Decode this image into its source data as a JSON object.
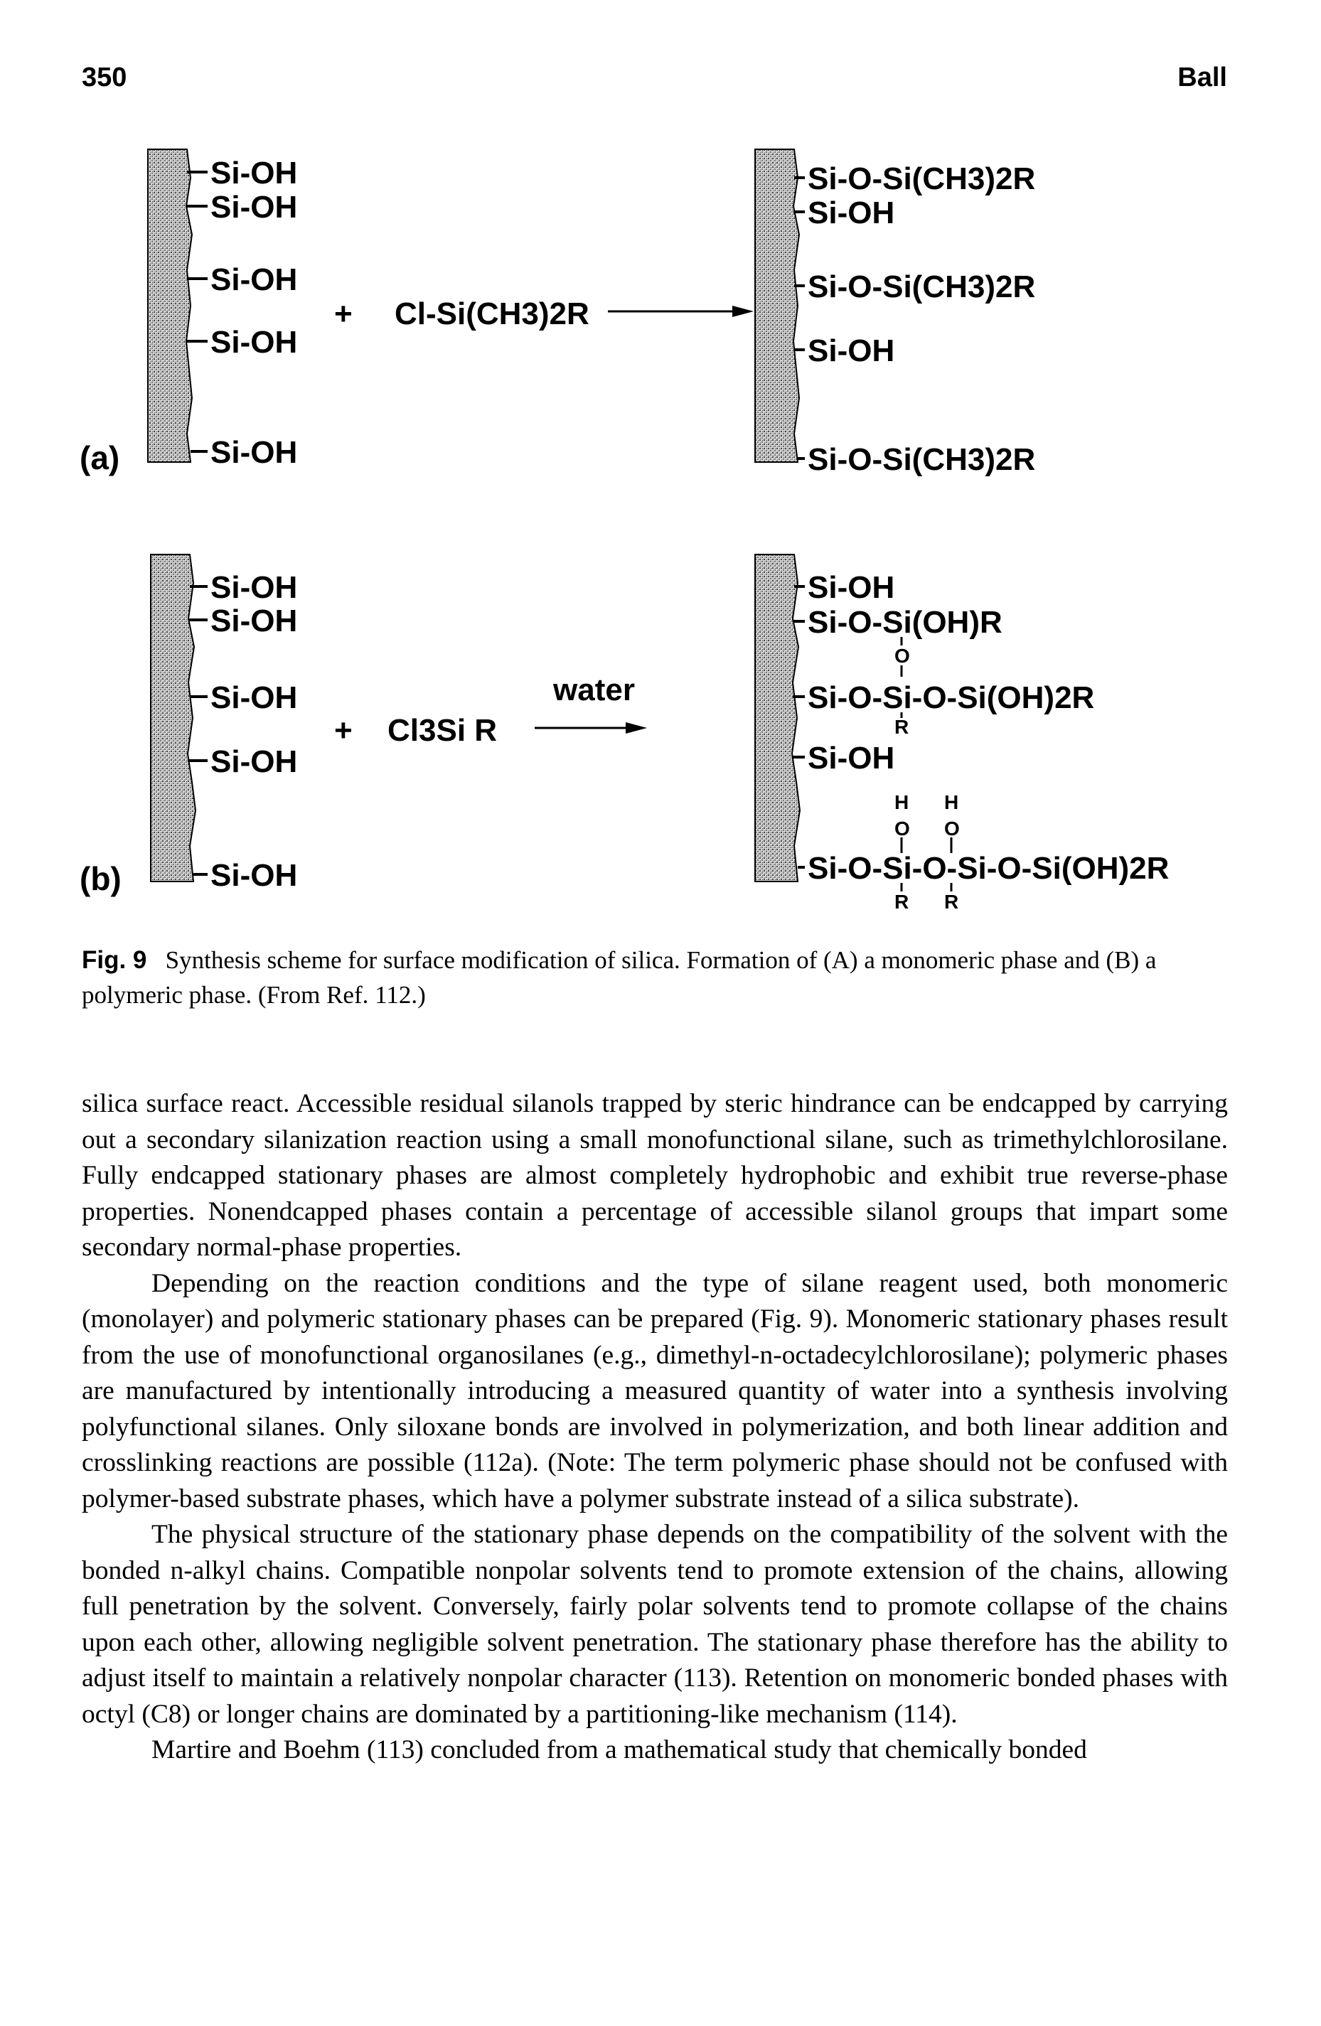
{
  "header": {
    "page_number": "350",
    "running_head": "Ball"
  },
  "figure": {
    "panel_a": {
      "label": "(a)",
      "left_groups": [
        "Si-OH",
        "Si-OH",
        "Si-OH",
        "Si-OH",
        "Si-OH"
      ],
      "plus": "+",
      "reagent": "Cl-Si(CH3)2R",
      "right_groups": [
        "Si-O-Si(CH3)2R",
        "Si-OH",
        "Si-O-Si(CH3)2R",
        "Si-OH",
        "Si-O-Si(CH3)2R"
      ]
    },
    "panel_b": {
      "label": "(b)",
      "left_groups": [
        "Si-OH",
        "Si-OH",
        "Si-OH",
        "Si-OH",
        "Si-OH"
      ],
      "plus": "+",
      "reagent": "Cl3Si R",
      "arrow_label": "water",
      "right_groups": [
        "Si-OH",
        "Si-O-Si(OH)R",
        "Si-O-Si-O-Si(OH)2R",
        "Si-OH",
        "Si-O-Si-O-Si-O-Si(OH)2R"
      ]
    },
    "caption": {
      "label": "Fig. 9",
      "text": "Synthesis scheme for surface modification of silica. Formation of (A) a monomeric phase and (B) a polymeric phase. (From Ref. 112.)"
    }
  },
  "body": {
    "p1": "silica surface react. Accessible residual silanols trapped by steric hindrance can be endcapped by carrying out a secondary silanization reaction using a small monofunctional silane, such as trimethylchlorosilane. Fully endcapped stationary phases are almost completely hydrophobic and exhibit true reverse-phase properties. Nonendcapped phases contain a percentage of accessible silanol groups that impart some secondary normal-phase properties.",
    "p2": "Depending on the reaction conditions and the type of silane reagent used, both monomeric (monolayer) and polymeric stationary phases can be prepared (Fig. 9). Monomeric stationary phases result from the use of monofunctional organosilanes (e.g., dimethyl-n-octadecylchlorosilane); polymeric phases are manufactured by intentionally introducing a measured quantity of water into a synthesis involving polyfunctional silanes. Only siloxane bonds are involved in polymerization, and both linear addition and crosslinking reactions are possible (112a). (Note: The term polymeric phase should not be confused with polymer-based substrate phases, which have a polymer substrate instead of a silica substrate).",
    "p3": "The physical structure of the stationary phase depends on the compatibility of the solvent with the bonded n-alkyl chains. Compatible nonpolar solvents tend to promote extension of the chains, allowing full penetration by the solvent. Conversely, fairly polar solvents tend to promote collapse of the chains upon each other, allowing negligible solvent penetration. The stationary phase therefore has the ability to adjust itself to maintain a relatively nonpolar character (113). Retention on monomeric bonded phases with octyl (C8) or longer chains are dominated by a partitioning-like mechanism (114).",
    "p4": "Martire and Boehm (113) concluded from a mathematical study that chemically bonded"
  }
}
